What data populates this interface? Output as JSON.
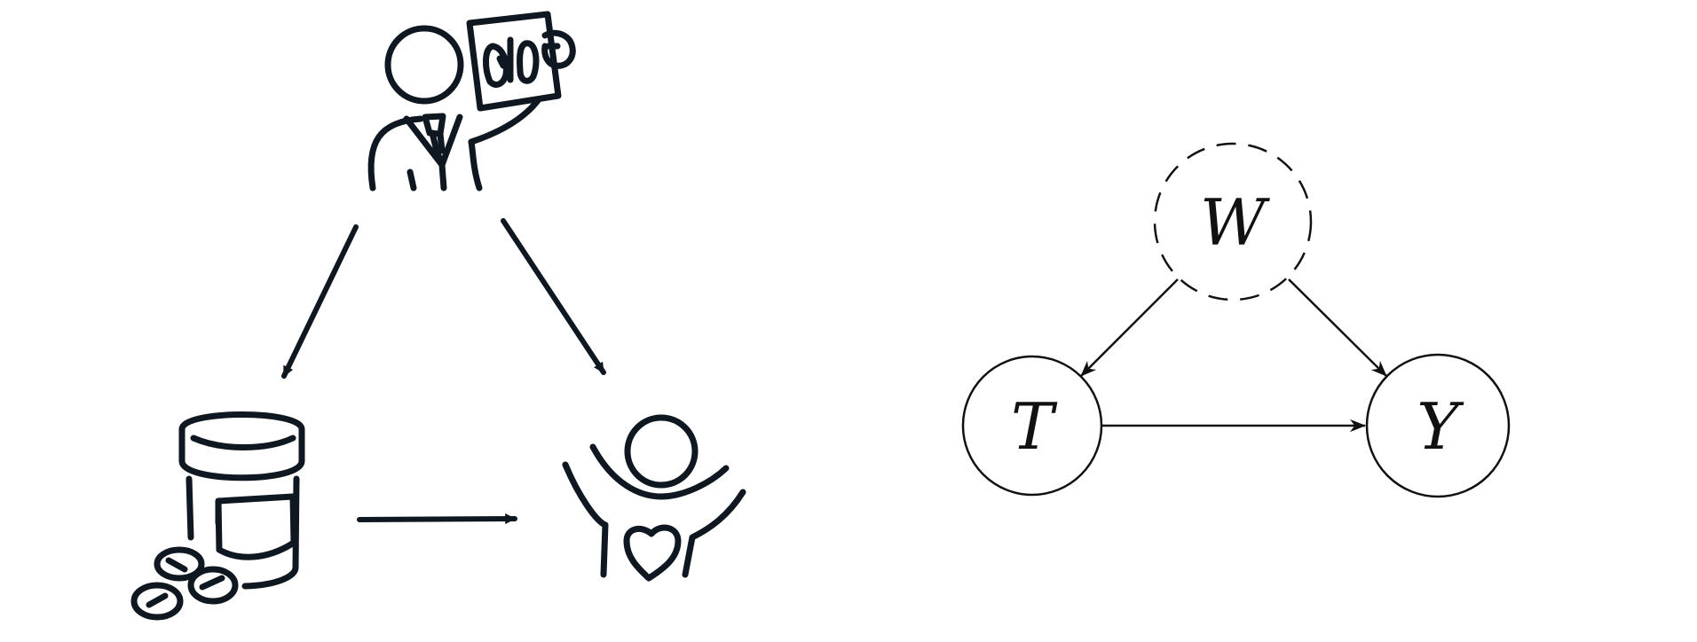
{
  "illustration": {
    "nodes": [
      {
        "id": "doctor",
        "icon": "doctor-with-xray-icon"
      },
      {
        "id": "medicine",
        "icon": "pill-bottle-icon"
      },
      {
        "id": "patient",
        "icon": "healthy-person-icon"
      }
    ],
    "edges": [
      {
        "from": "doctor",
        "to": "medicine"
      },
      {
        "from": "doctor",
        "to": "patient"
      },
      {
        "from": "medicine",
        "to": "patient"
      }
    ]
  },
  "graph": {
    "nodes": [
      {
        "id": "W",
        "label": "W",
        "style": "dashed"
      },
      {
        "id": "T",
        "label": "T",
        "style": "solid"
      },
      {
        "id": "Y",
        "label": "Y",
        "style": "solid"
      }
    ],
    "edges": [
      {
        "from": "W",
        "to": "T"
      },
      {
        "from": "W",
        "to": "Y"
      },
      {
        "from": "T",
        "to": "Y"
      }
    ]
  },
  "colors": {
    "ink": "#0f1720",
    "line": "#111111"
  }
}
